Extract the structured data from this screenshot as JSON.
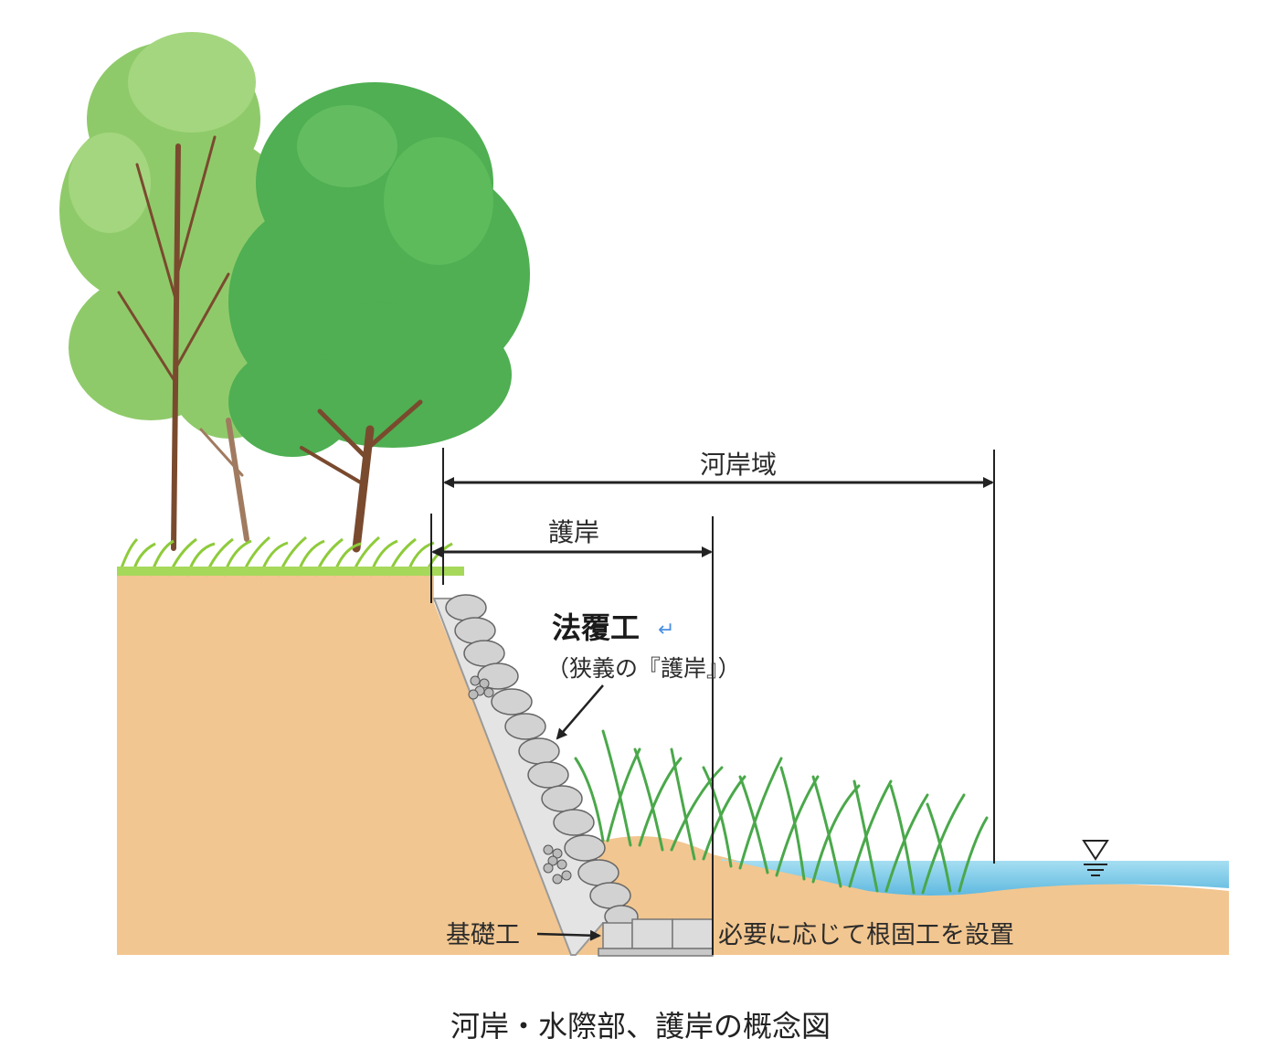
{
  "labels": {
    "riparian_zone": "河岸域",
    "revetment": "護岸",
    "slope_covering": "法覆工",
    "return_mark": "↵",
    "slope_covering_note": "（狭義の『護岸』）",
    "foundation": "基礎工",
    "toe_protection": "必要に応じて根固工を設置"
  },
  "caption": "河岸・水際部、護岸の概念図",
  "colors": {
    "soil": "#f2c690",
    "water": "#7ccdea",
    "tree_light": "#8fca6a",
    "tree_dark": "#4faf52",
    "trunk": "#7a4a2e",
    "grass": "#8ecb3a",
    "reeds": "#4aa84a",
    "concrete": "#e4e4e4",
    "stone": "#d2d2d2",
    "line": "#222222",
    "return_mark": "#4a90e2"
  },
  "icons": [
    "water-level-triangle-icon"
  ]
}
